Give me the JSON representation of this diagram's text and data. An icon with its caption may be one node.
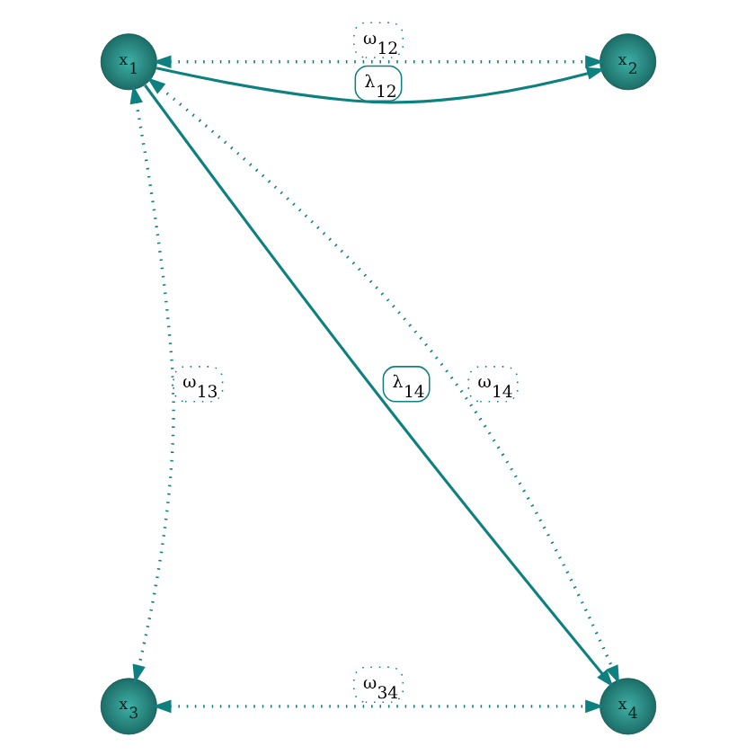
{
  "diagram": {
    "nodes": [
      {
        "text": [
          "x$_{1}$"
        ]
      },
      {
        "text": [
          "x$_{2}$"
        ]
      },
      {
        "text": [
          "x$_{3}$"
        ]
      },
      {
        "text": [
          "x$_{4}$"
        ]
      }
    ],
    "edges": [
      {
        "from": 0,
        "to": 1,
        "arrow": "both",
        "label": "ω$_{12}$",
        "style": "dashed"
      },
      {
        "from": 0,
        "to": 1,
        "arrow": "to",
        "label": "λ$_{12}$"
      },
      {
        "from": 0,
        "to": 3,
        "arrow": "to",
        "label": "λ$_{14}$"
      },
      {
        "from": 0,
        "to": 3,
        "arrow": "both",
        "label": "ω$_{14}$",
        "style": "dashed"
      },
      {
        "from": 0,
        "to": 2,
        "arrow": "both",
        "label": "ω$_{13}$",
        "style": "dashed"
      },
      {
        "from": 2,
        "to": 3,
        "arrow": "both",
        "label": "ω$_{34}$",
        "style": "dashed"
      }
    ]
  }
}
